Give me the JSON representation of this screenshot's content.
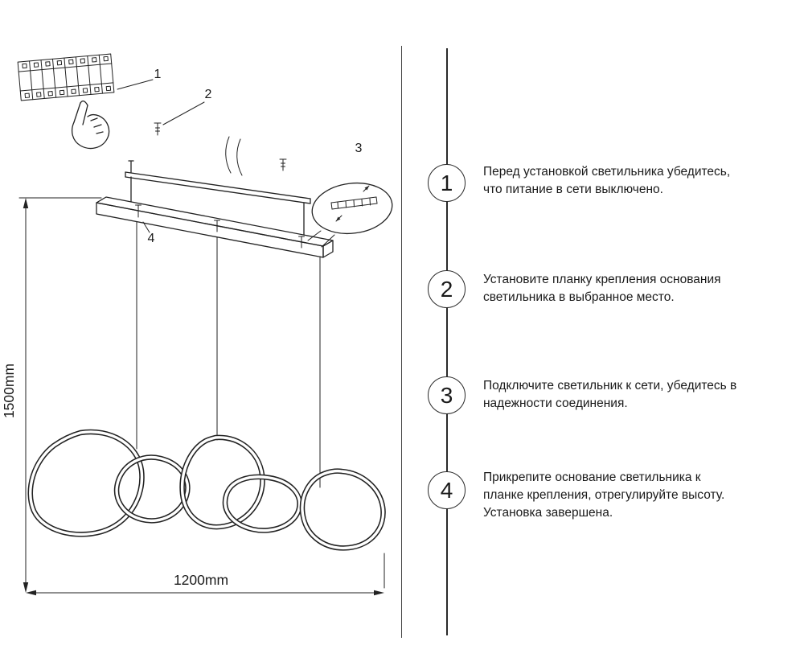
{
  "colors": {
    "ink": "#222222",
    "background": "#ffffff"
  },
  "diagram": {
    "callouts": [
      "1",
      "2",
      "3",
      "4"
    ],
    "dim_height": "1500mm",
    "dim_width": "1200mm"
  },
  "steps": [
    {
      "num": "1",
      "lines": [
        "Перед установкой светильника убедитесь,",
        "что питание в сети выключено."
      ]
    },
    {
      "num": "2",
      "lines": [
        "Установите планку крепления основания",
        "светильника в выбранное место."
      ]
    },
    {
      "num": "3",
      "lines": [
        "Подключите светильник к сети, убедитесь в",
        "надежности соединения."
      ]
    },
    {
      "num": "4",
      "lines": [
        "Прикрепите основание светильника к",
        "планке крепления, отрегулируйте высоту.",
        "Установка завершена."
      ]
    }
  ]
}
